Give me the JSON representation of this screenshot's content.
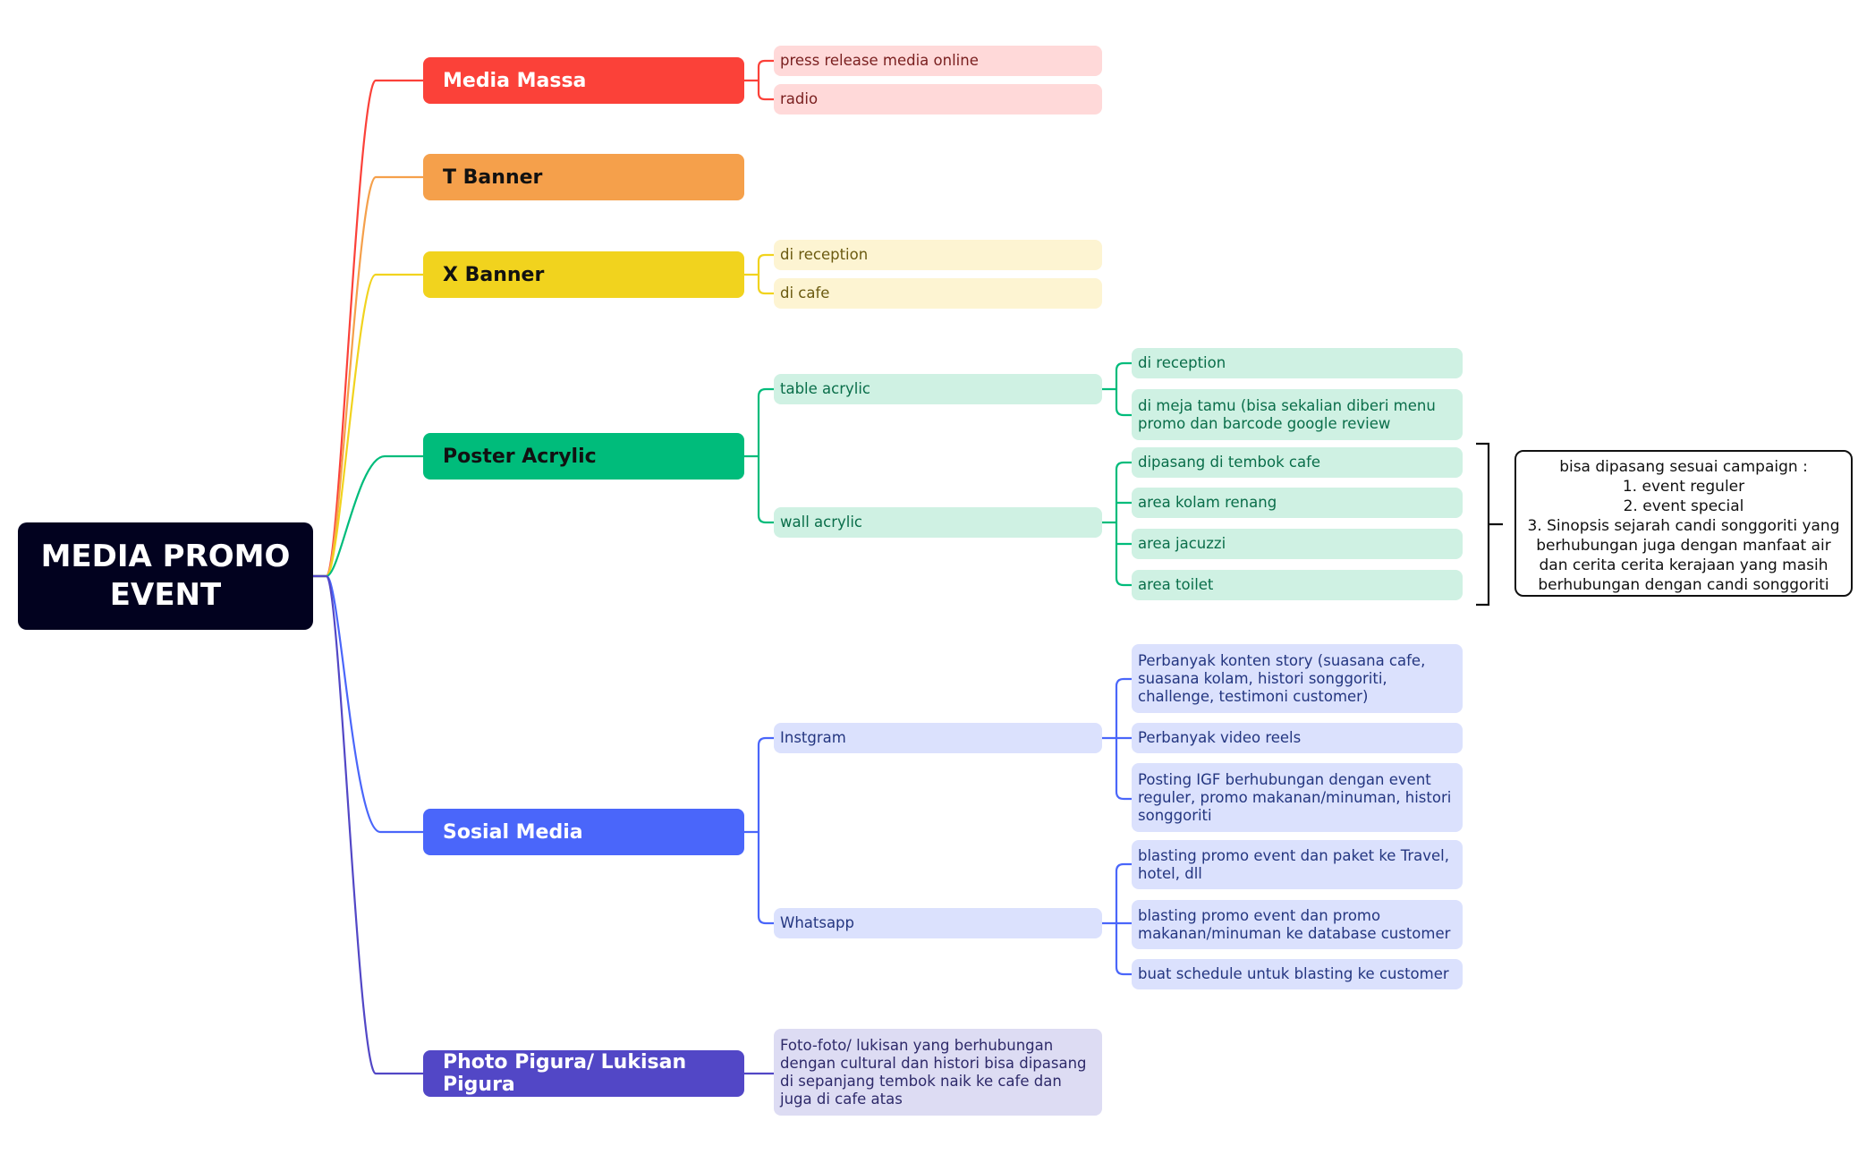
{
  "root": {
    "label": "MEDIA PROMO\nEVENT"
  },
  "colors": {
    "red": "#fb4139",
    "red_light": "#ffd9d9",
    "red_text": "#7a2020",
    "orange": "#f5a04b",
    "yellow": "#f1d31e",
    "yellow_light": "#fdf4d2",
    "yellow_text": "#6b5a10",
    "green": "#00bc7b",
    "green_light": "#cff1e3",
    "green_text": "#0a6e4a",
    "blue": "#4a66fa",
    "blue_light": "#dbe1fd",
    "blue_text": "#243680",
    "indigo": "#5247c6",
    "indigo_light": "#dddcf3",
    "indigo_text": "#2e2a6a",
    "root_bg": "#02021f"
  },
  "branches": {
    "media_massa": {
      "label": "Media Massa",
      "children": [
        "press release media online",
        "radio"
      ]
    },
    "t_banner": {
      "label": "T Banner"
    },
    "x_banner": {
      "label": "X Banner",
      "children": [
        "di reception",
        "di cafe"
      ]
    },
    "poster_acrylic": {
      "label": "Poster Acrylic",
      "table_acrylic": {
        "label": "table acrylic",
        "children": [
          "di reception",
          "di meja tamu (bisa sekalian diberi menu promo dan barcode google review"
        ]
      },
      "wall_acrylic": {
        "label": "wall acrylic",
        "children": [
          "dipasang di tembok cafe",
          "area kolam renang",
          "area jacuzzi",
          "area toilet"
        ]
      }
    },
    "sosial_media": {
      "label": "Sosial Media",
      "instagram": {
        "label": "Instgram",
        "children": [
          "Perbanyak konten story (suasana cafe, suasana kolam, histori songgoriti, challenge, testimoni customer)",
          "Perbanyak video reels",
          "Posting IGF berhubungan dengan event reguler, promo makanan/minuman, histori songgoriti"
        ]
      },
      "whatsapp": {
        "label": "Whatsapp",
        "children": [
          "blasting promo event dan paket ke Travel, hotel, dll",
          "blasting promo event dan promo makanan/minuman ke database customer",
          "buat schedule untuk blasting ke customer"
        ]
      }
    },
    "photo_pigura": {
      "label": "Photo Pigura/ Lukisan Pigura",
      "children": [
        "Foto-foto/ lukisan yang berhubungan dengan cultural dan histori bisa dipasang di sepanjang tembok naik ke cafe dan juga di cafe atas"
      ]
    }
  },
  "note": {
    "text": "bisa dipasang sesuai campaign :\n1. event reguler\n2. event special\n3. Sinopsis sejarah candi songgoriti yang berhubungan juga dengan manfaat air dan cerita cerita kerajaan yang masih berhubungan dengan candi songgoriti"
  }
}
